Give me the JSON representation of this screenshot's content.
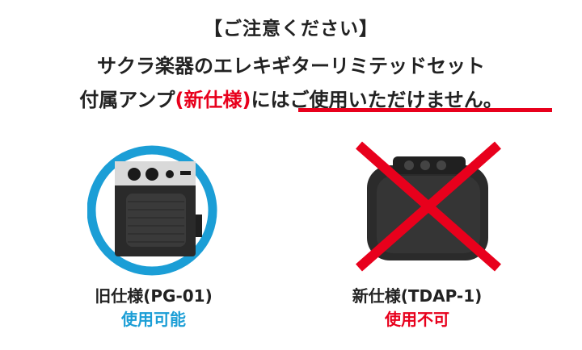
{
  "notice": {
    "title": "【ご注意ください】",
    "line1": "サクラ楽器のエレキギターリミテッドセット",
    "line2_prefix": "付属アンプ",
    "line2_highlight": "(新仕様)",
    "line2_middle": "には",
    "line2_emphasis": "ご使用いただけません。"
  },
  "products": {
    "old": {
      "model": "旧仕様(PG-01)",
      "status": "使用可能",
      "status_color": "#1b9ed6"
    },
    "new": {
      "model": "新仕様(TDAP-1)",
      "status": "使用不可",
      "status_color": "#e8001c"
    }
  },
  "colors": {
    "accent_red": "#e8001c",
    "accent_blue": "#1b9ed6"
  },
  "icons": {
    "old": "amp-with-circle-icon",
    "new": "amp-with-cross-icon"
  }
}
